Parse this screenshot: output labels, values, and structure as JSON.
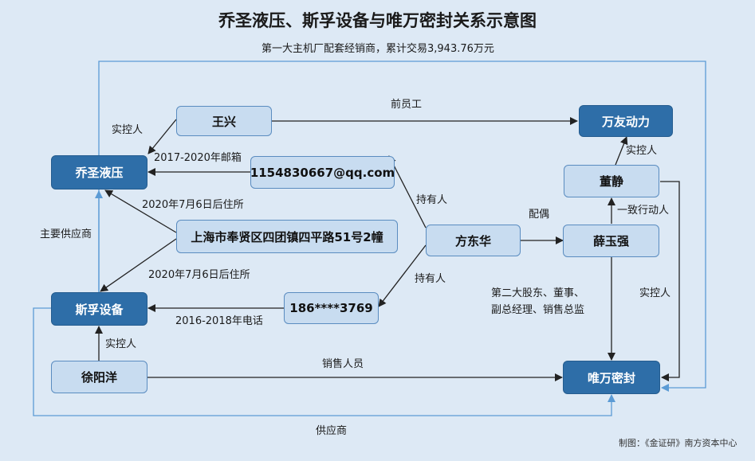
{
  "title": "乔圣液压、斯孚设备与唯万密封关系示意图",
  "nodes": {
    "qiaosheng": "乔圣液压",
    "sifu": "斯孚设备",
    "weiwan": "唯万密封",
    "wanyou": "万友动力",
    "wangxing": "王兴",
    "email": "1154830667@qq.com",
    "address": "上海市奉贤区四团镇四平路51号2幢",
    "phone": "186****3769",
    "fangdonghua": "方东华",
    "xueyuqiang": "薛玉强",
    "dongjing": "董静",
    "xuyangyang": "徐阳洋"
  },
  "labels": {
    "top_customer": "第一大主机厂配套经销商，累计交易3,943.76万元",
    "former_employee": "前员工",
    "controller_wangxing": "实控人",
    "controller_dongjing": "实控人",
    "controller_xuyangyang": "实控人",
    "controller_right": "实控人",
    "email_years": "2017-2020年邮箱",
    "address_after_1": "2020年7月6日后住所",
    "address_after_2": "2020年7月6日后住所",
    "phone_years": "2016-2018年电话",
    "holder_1": "持有人",
    "holder_2": "持有人",
    "spouse": "配偶",
    "concert": "一致行动人",
    "main_supplier": "主要供应商",
    "role_line1": "第二大股东、董事、",
    "role_line2": "副总经理、销售总监",
    "sales_staff": "销售人员",
    "supplier": "供应商"
  },
  "credit": "制图：《金证研》南方资本中心",
  "colors": {
    "background": "#dde9f5",
    "dark_node": "#2e6ea8",
    "light_node": "#c8dcf0",
    "arrow_dark": "#222222",
    "arrow_light": "#5b9bd5"
  }
}
